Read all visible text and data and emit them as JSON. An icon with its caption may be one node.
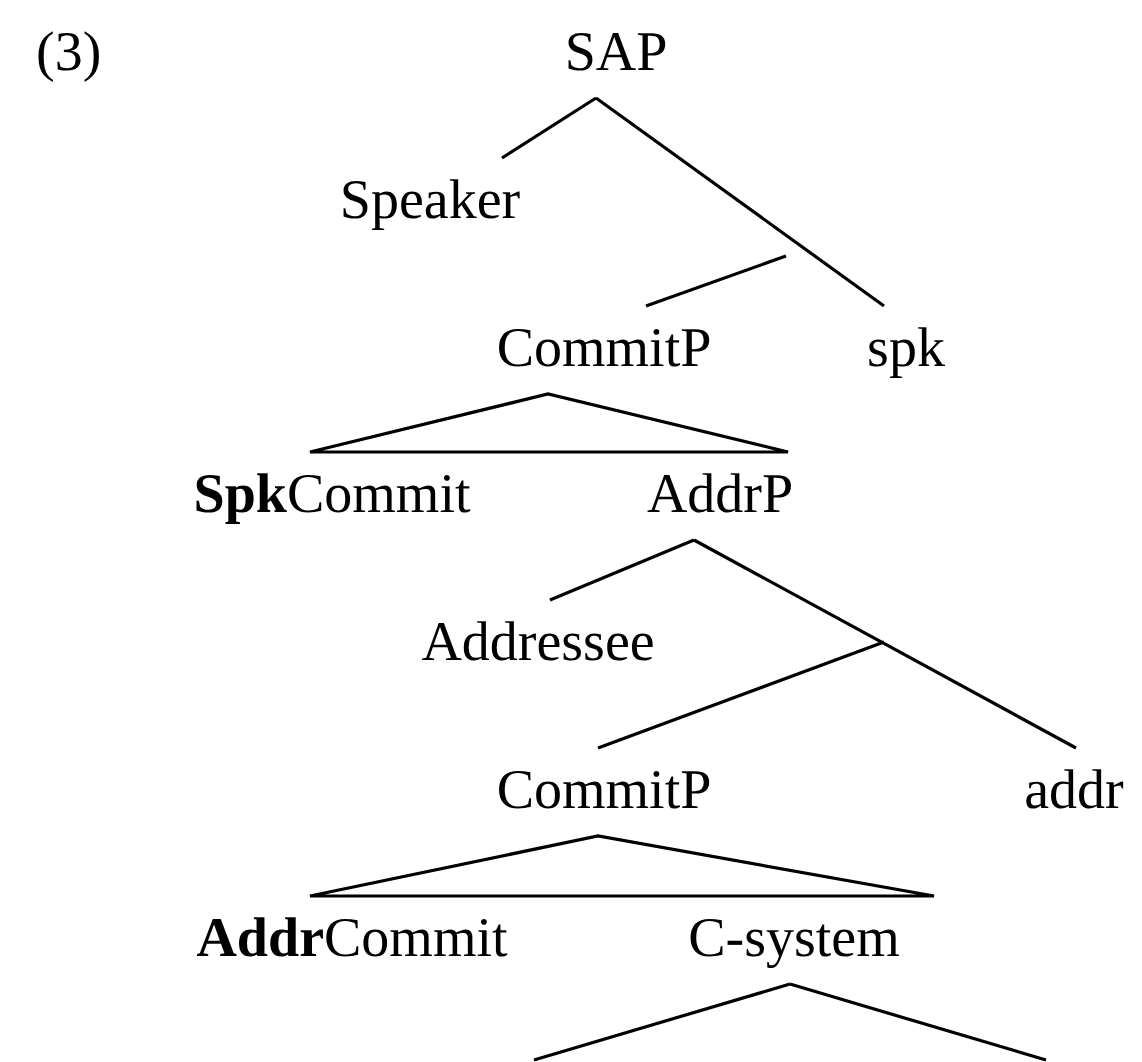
{
  "diagram": {
    "nodes": [
      {
        "text": [
          "SAP"
        ]
      },
      {
        "text": [
          "Speaker"
        ]
      },
      {
        "text": [
          "CommitP"
        ]
      },
      {
        "text": [
          "spk"
        ]
      },
      {
        "text": [
          "**Spk**Commit"
        ]
      },
      {
        "text": [
          "AddrP"
        ]
      },
      {
        "text": [
          "Addressee"
        ]
      },
      {
        "text": [
          "CommitP"
        ]
      },
      {
        "text": [
          "addr"
        ]
      },
      {
        "text": [
          "**Addr**Commit"
        ]
      },
      {
        "text": [
          "C-system"
        ]
      }
    ],
    "edges": [
      {
        "from": 0,
        "to": 1,
        "arrow": "none"
      },
      {
        "from": 0,
        "to": 3,
        "arrow": "none"
      },
      {
        "from": null,
        "to": 2,
        "arrow": "none"
      },
      {
        "from": 2,
        "to": 4,
        "arrow": "none"
      },
      {
        "from": 2,
        "to": 5,
        "arrow": "none"
      },
      {
        "from": 5,
        "to": 6,
        "arrow": "none"
      },
      {
        "from": 5,
        "to": 8,
        "arrow": "none"
      },
      {
        "from": null,
        "to": 7,
        "arrow": "none"
      },
      {
        "from": 7,
        "to": 9,
        "arrow": "none"
      },
      {
        "from": 7,
        "to": 10,
        "arrow": "none"
      },
      {
        "from": 10,
        "to": null,
        "arrow": "none"
      },
      {
        "from": 10,
        "to": null,
        "arrow": "none"
      }
    ],
    "labels": [
      "(3)"
    ]
  }
}
